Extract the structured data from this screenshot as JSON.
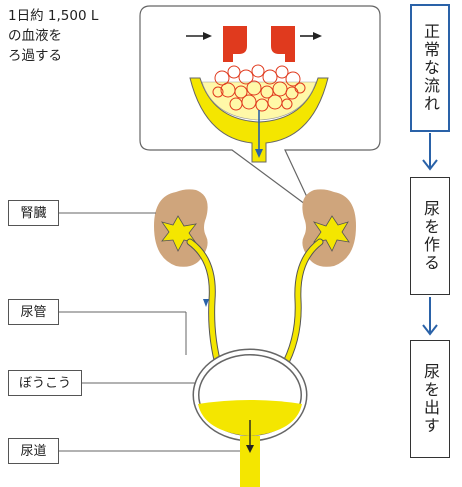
{
  "caption": "1日約 1,500 L\nの血液を\nろ過する",
  "labels": {
    "kidney": "腎臓",
    "ureter": "尿管",
    "bladder": "ぼうこう",
    "urethra": "尿道"
  },
  "flow": {
    "steps": [
      "正常な流れ",
      "尿を作る",
      "尿を出す"
    ]
  },
  "colors": {
    "urine": "#f4e600",
    "kidney": "#cfa57c",
    "vessel": "#e03a1e",
    "arrow": "#2a62a8"
  }
}
